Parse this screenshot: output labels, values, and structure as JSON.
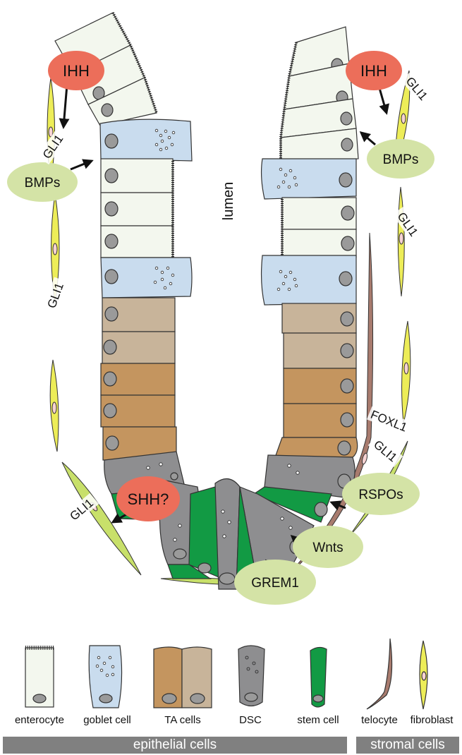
{
  "diagram": {
    "lumen_label": "lumen",
    "signals": {
      "ihh_left": "IHH",
      "ihh_right": "IHH",
      "bmps_left": "BMPs",
      "bmps_right": "BMPs",
      "shh": "SHH?",
      "rspos": "RSPOs",
      "wnts": "Wnts",
      "grem1": "GREM1"
    },
    "stromal_labels": {
      "gli1_left_top": "GLI1",
      "gli1_left_mid": "GLI1",
      "gli1_left_bottom": "GLI1",
      "gli1_right_top": "GLI1",
      "gli1_right_mid": "GLI1",
      "foxl1": "FOXL1",
      "gli1_right_bottom": "GLI1"
    },
    "colors": {
      "enterocyte": "#f3f7ee",
      "goblet": "#c9dcee",
      "ta_dark": "#c4955f",
      "ta_light": "#c8b49a",
      "dsc": "#8e8e90",
      "stem": "#129a44",
      "ihh_shh": "#ec6e5a",
      "signal_green": "#d4e3a6",
      "fibroblast": "#eded58",
      "telocyte": "#a87b6e"
    }
  },
  "legend": {
    "enterocyte": "enterocyte",
    "goblet": "goblet cell",
    "ta": "TA cells",
    "dsc": "DSC",
    "stem": "stem cell",
    "telocyte": "telocyte",
    "fibroblast": "fibroblast"
  },
  "groups": {
    "epithelial": "epithelial cells",
    "stromal": "stromal cells"
  }
}
